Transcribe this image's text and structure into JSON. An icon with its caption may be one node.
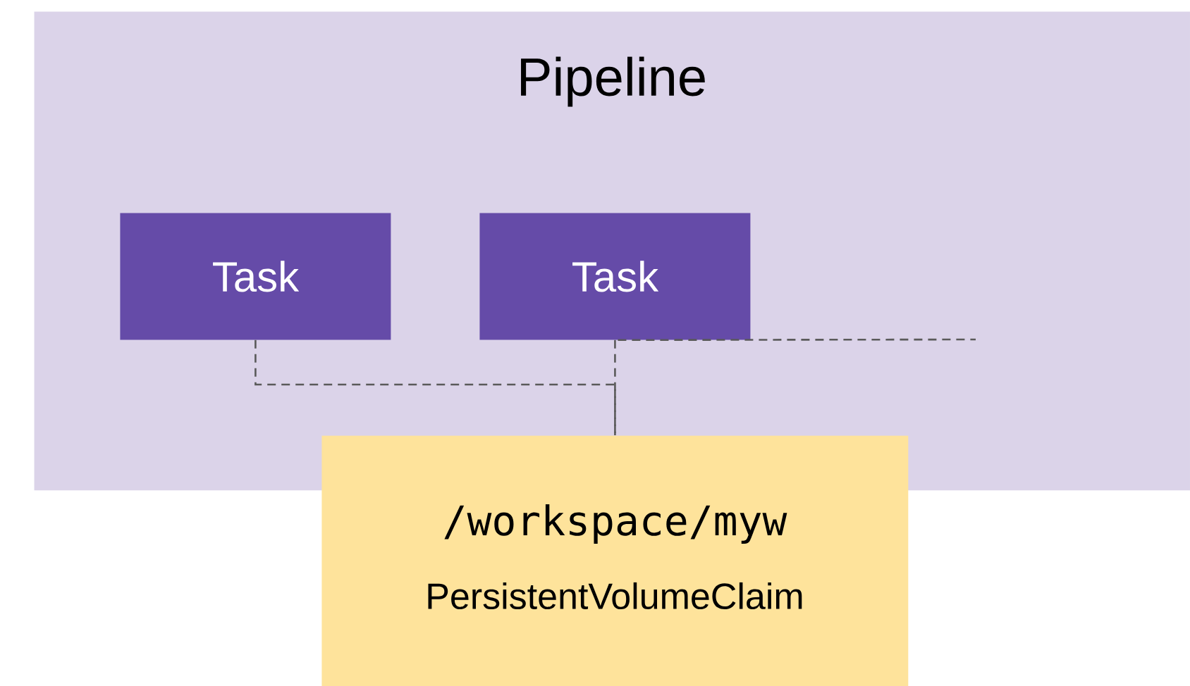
{
  "diagram": {
    "nodes": [
      {
        "text": [
          "Pipeline"
        ]
      },
      {
        "text": [
          "Task"
        ],
        "in": 0
      },
      {
        "text": [
          "Task"
        ],
        "in": 0
      },
      {
        "text": [
          "/workspace/myw",
          "PersistentVolumeClaim"
        ]
      }
    ],
    "edges": [
      {
        "from": 1,
        "to": 3,
        "arrow": "none",
        "style": "dashed"
      },
      {
        "from": 2,
        "to": 3,
        "arrow": "none",
        "style": "dashed"
      },
      {
        "from": 2,
        "to": null,
        "arrow": "none",
        "style": "dashed"
      }
    ]
  }
}
